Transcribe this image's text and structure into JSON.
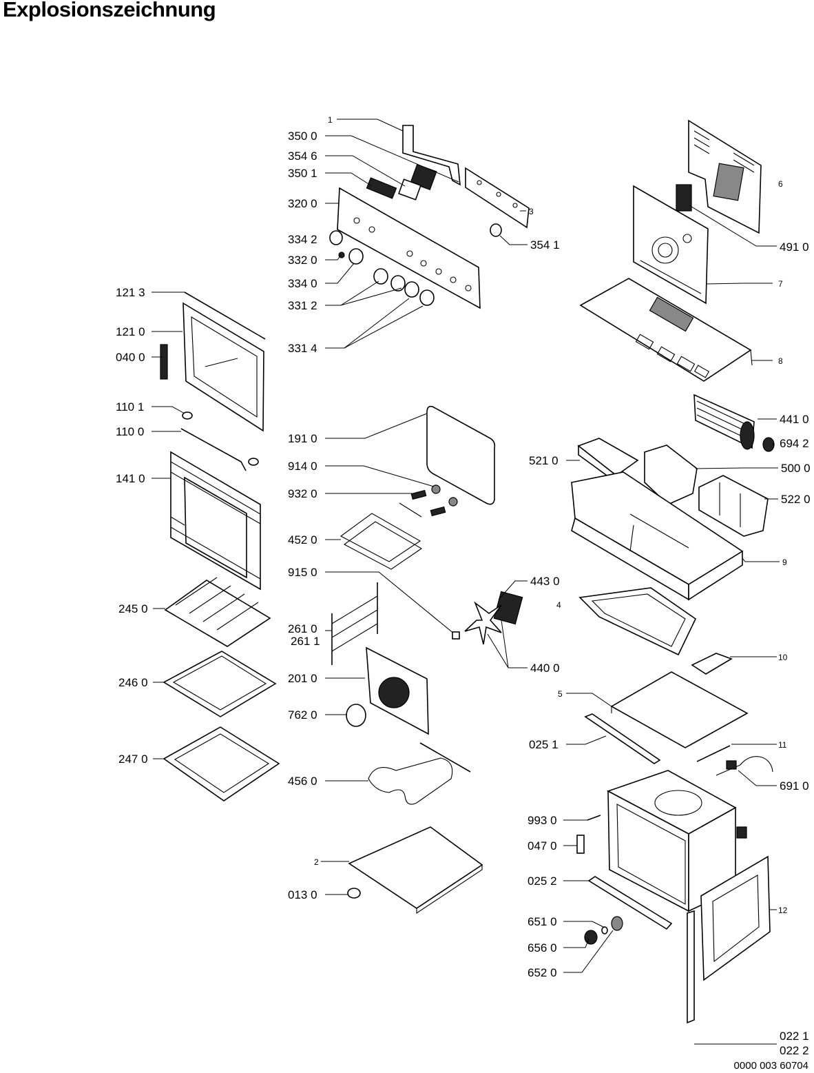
{
  "title": "Explosionszeichnung",
  "document_number": "0000 003 60704",
  "callouts": [
    {
      "id": "c-1",
      "text": "1",
      "size": "small",
      "side": "left"
    },
    {
      "id": "c-350-0",
      "text": "350 0",
      "size": "large",
      "side": "left"
    },
    {
      "id": "c-354-6",
      "text": "354 6",
      "size": "large",
      "side": "left"
    },
    {
      "id": "c-350-1",
      "text": "350 1",
      "size": "large",
      "side": "left"
    },
    {
      "id": "c-320-0",
      "text": "320 0",
      "size": "large",
      "side": "left"
    },
    {
      "id": "c-334-2",
      "text": "334 2",
      "size": "large",
      "side": "left"
    },
    {
      "id": "c-332-0",
      "text": "332 0",
      "size": "large",
      "side": "left"
    },
    {
      "id": "c-334-0",
      "text": "334 0",
      "size": "large",
      "side": "left"
    },
    {
      "id": "c-331-2",
      "text": "331 2",
      "size": "large",
      "side": "left"
    },
    {
      "id": "c-331-4",
      "text": "331 4",
      "size": "large",
      "side": "left"
    },
    {
      "id": "c-3",
      "text": "3",
      "size": "small",
      "side": "right"
    },
    {
      "id": "c-354-1",
      "text": "354 1",
      "size": "large",
      "side": "right"
    },
    {
      "id": "c-6",
      "text": "6",
      "size": "small",
      "side": "right"
    },
    {
      "id": "c-491-0",
      "text": "491 0",
      "size": "large",
      "side": "right"
    },
    {
      "id": "c-7",
      "text": "7",
      "size": "small",
      "side": "right"
    },
    {
      "id": "c-8",
      "text": "8",
      "size": "small",
      "side": "right"
    },
    {
      "id": "c-441-0",
      "text": "441 0",
      "size": "large",
      "side": "right"
    },
    {
      "id": "c-694-2",
      "text": "694 2",
      "size": "large",
      "side": "right"
    },
    {
      "id": "c-521-0",
      "text": "521 0",
      "size": "large",
      "side": "left"
    },
    {
      "id": "c-500-0",
      "text": "500 0",
      "size": "large",
      "side": "right"
    },
    {
      "id": "c-522-0",
      "text": "522 0",
      "size": "large",
      "side": "right"
    },
    {
      "id": "c-9",
      "text": "9",
      "size": "small",
      "side": "right"
    },
    {
      "id": "c-121-3",
      "text": "121 3",
      "size": "large",
      "side": "left"
    },
    {
      "id": "c-121-0",
      "text": "121 0",
      "size": "large",
      "side": "left"
    },
    {
      "id": "c-040-0",
      "text": "040 0",
      "size": "large",
      "side": "left"
    },
    {
      "id": "c-110-1",
      "text": "110 1",
      "size": "large",
      "side": "left"
    },
    {
      "id": "c-110-0",
      "text": "110 0",
      "size": "large",
      "side": "left"
    },
    {
      "id": "c-141-0",
      "text": "141 0",
      "size": "large",
      "side": "left"
    },
    {
      "id": "c-191-0",
      "text": "191 0",
      "size": "large",
      "side": "left"
    },
    {
      "id": "c-914-0",
      "text": "914 0",
      "size": "large",
      "side": "left"
    },
    {
      "id": "c-932-0",
      "text": "932 0",
      "size": "large",
      "side": "left"
    },
    {
      "id": "c-452-0",
      "text": "452 0",
      "size": "large",
      "side": "left"
    },
    {
      "id": "c-915-0",
      "text": "915 0",
      "size": "large",
      "side": "left"
    },
    {
      "id": "c-443-0",
      "text": "443 0",
      "size": "large",
      "side": "right"
    },
    {
      "id": "c-4",
      "text": "4",
      "size": "small",
      "side": "left"
    },
    {
      "id": "c-245-0",
      "text": "245 0",
      "size": "large",
      "side": "left"
    },
    {
      "id": "c-261-0",
      "text": "261 0",
      "size": "large",
      "side": "left"
    },
    {
      "id": "c-261-1",
      "text": "261 1",
      "size": "large",
      "side": "left"
    },
    {
      "id": "c-246-0",
      "text": "246 0",
      "size": "large",
      "side": "left"
    },
    {
      "id": "c-201-0",
      "text": "201 0",
      "size": "large",
      "side": "left"
    },
    {
      "id": "c-440-0",
      "text": "440 0",
      "size": "large",
      "side": "right"
    },
    {
      "id": "c-10",
      "text": "10",
      "size": "small",
      "side": "right"
    },
    {
      "id": "c-5",
      "text": "5",
      "size": "small",
      "side": "left"
    },
    {
      "id": "c-762-0",
      "text": "762 0",
      "size": "large",
      "side": "left"
    },
    {
      "id": "c-025-1",
      "text": "025 1",
      "size": "large",
      "side": "left"
    },
    {
      "id": "c-11",
      "text": "11",
      "size": "small",
      "side": "right"
    },
    {
      "id": "c-247-0",
      "text": "247 0",
      "size": "large",
      "side": "left"
    },
    {
      "id": "c-456-0",
      "text": "456 0",
      "size": "large",
      "side": "left"
    },
    {
      "id": "c-691-0",
      "text": "691 0",
      "size": "large",
      "side": "right"
    },
    {
      "id": "c-993-0",
      "text": "993 0",
      "size": "large",
      "side": "left"
    },
    {
      "id": "c-047-0",
      "text": "047 0",
      "size": "large",
      "side": "left"
    },
    {
      "id": "c-2",
      "text": "2",
      "size": "small",
      "side": "left"
    },
    {
      "id": "c-025-2",
      "text": "025 2",
      "size": "large",
      "side": "left"
    },
    {
      "id": "c-013-0",
      "text": "013 0",
      "size": "large",
      "side": "left"
    },
    {
      "id": "c-12",
      "text": "12",
      "size": "small",
      "side": "right"
    },
    {
      "id": "c-651-0",
      "text": "651 0",
      "size": "large",
      "side": "left"
    },
    {
      "id": "c-656-0",
      "text": "656 0",
      "size": "large",
      "side": "left"
    },
    {
      "id": "c-652-0",
      "text": "652 0",
      "size": "large",
      "side": "left"
    },
    {
      "id": "c-022-1",
      "text": "022 1",
      "size": "large",
      "side": "right"
    },
    {
      "id": "c-022-2",
      "text": "022 2",
      "size": "large",
      "side": "right"
    }
  ]
}
